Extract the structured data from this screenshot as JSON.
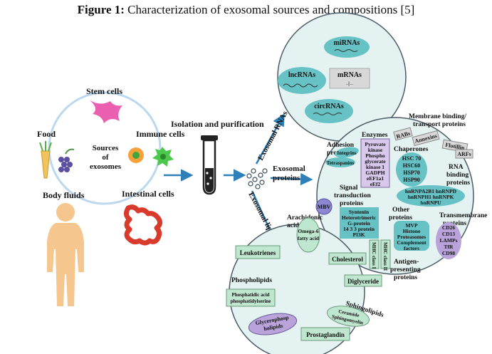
{
  "caption": {
    "prefix": "Figure 1:",
    "text": "Characterization of exosomal sources and compositions [5]"
  },
  "sources": {
    "stem_cells": "Stem cells",
    "food": "Food",
    "immune_cells": "Immune cells",
    "center_line1": "Sources",
    "center_line2": "of",
    "center_line3": "exosomes",
    "body_fluids": "Body fluids",
    "intestinal_cells": "Intestinal cells"
  },
  "isolation": "Isolation and purification",
  "branches": {
    "rnas": "Exosomal RNAs",
    "proteins": "Exosomal proteins",
    "lipids": "Exosomal lipids"
  },
  "rnas": {
    "mirnas": "miRNAs",
    "lncrnas": "lncRNAs",
    "mrnas": "mRNAs",
    "circrnas": "circRNAs"
  },
  "proteins": {
    "membrane_title": "Membrane binding/ transport proteins",
    "rabs": "RABs",
    "annexins": "Annexins",
    "flotillin": "Flotillin",
    "arfs": "ARFs",
    "enzymes_title": "Enzymes",
    "enzymes": [
      "Pyruvate",
      "kinase",
      "Phospho",
      "glycerate",
      "kinase 1",
      "GADPH",
      "eEF1a1",
      "eEf2"
    ],
    "adhesion_title": "Adhesion proteins",
    "integrins": "Integrins",
    "tetraspanins": "Tetraspanins",
    "chaperones_title": "Chaperones",
    "chaperones": [
      "HSC 70",
      "HSC60",
      "HSP70",
      "HSP90"
    ],
    "rna_binding_title": "RNA binding proteins",
    "rna_binding": [
      "hnRNPA2B1  hnRNPD",
      "hnRNPH1  hnRNPK",
      "hnRNPU"
    ],
    "signal_title": "Signal transduction proteins",
    "mbv": "MBV",
    "signal": [
      "Syntenin",
      "Heterotrimeric",
      "G-protein",
      "14 3 3 protein",
      "PI3K"
    ],
    "other_title": "Other proteins",
    "other": [
      "MVP",
      "Histone",
      "Proteasomes",
      "Complement",
      "factors"
    ],
    "transmembrane_title": "Transmembrane proteins",
    "transmembrane": [
      "CD26",
      "CD13",
      "LAMPs",
      "TfR",
      "CD98"
    ],
    "mhc1": "MHC class I",
    "mhc2": "MHC class II",
    "antigen_title": "Antigen-presenting proteins"
  },
  "lipids": {
    "arachidonic": "Arachidonic acid",
    "omega6": "Omega-6 fatty acid",
    "leukotrienes": "Leukotrienes",
    "cholesterol": "Cholesterol",
    "phospholipids_title": "Phospholipids",
    "phospholipids_box": "Phosphatidic acid phosphatidylserine",
    "diglyceride": "Diglyceride",
    "sphingolipids_title": "Sphingolipids",
    "ceramide": "Ceramide Sphingomyelin",
    "glycerophospholipids": "Glycerophosp holipids",
    "prostaglandin": "Prostaglandin"
  },
  "colors": {
    "circle_fill": "#e4f3f1",
    "circle_stroke": "#4a5b66",
    "arrow": "#2f7fb8",
    "teal_ellipse": "#67c2c5",
    "grey_box": "#d8d8d8",
    "purple_ellipse": "#c8b6e2",
    "green_box": "#bfe6cf",
    "pink": "#ea5fb0",
    "green_cell": "#4cc84c",
    "orange_cell": "#f6a23b",
    "skin": "#f5c68e",
    "red_intestine": "#d83a2c",
    "carrot": "#f1c35c",
    "grape": "#5a4fa0"
  }
}
